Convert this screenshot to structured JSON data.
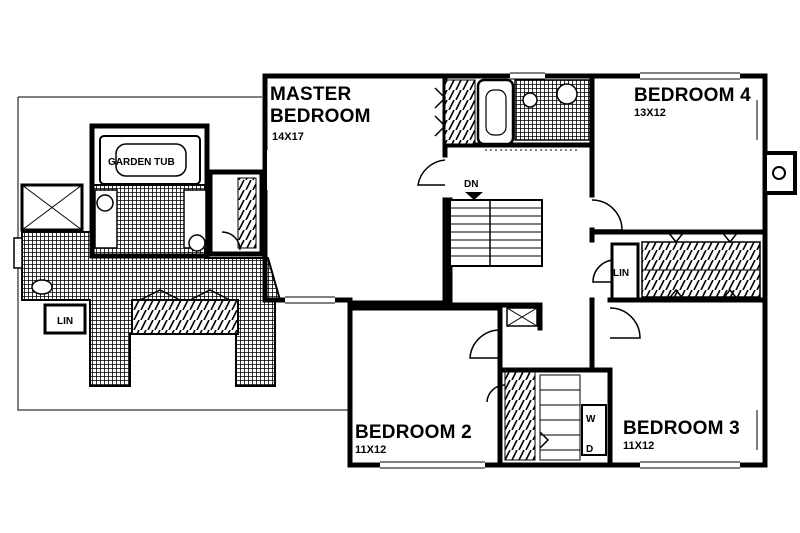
{
  "rooms": {
    "master": {
      "name_line1": "MASTER",
      "name_line2": "BEDROOM",
      "size": "14X17"
    },
    "bedroom4": {
      "name": "BEDROOM 4",
      "size": "13X12"
    },
    "bedroom2": {
      "name": "BEDROOM 2",
      "size": "11X12"
    },
    "bedroom3": {
      "name": "BEDROOM 3",
      "size": "11X12"
    }
  },
  "labels": {
    "garden_tub": "GARDEN TUB",
    "lin_left": "LIN",
    "lin_right": "LIN",
    "stair_dn": "DN",
    "washer": "W",
    "dryer": "D"
  }
}
